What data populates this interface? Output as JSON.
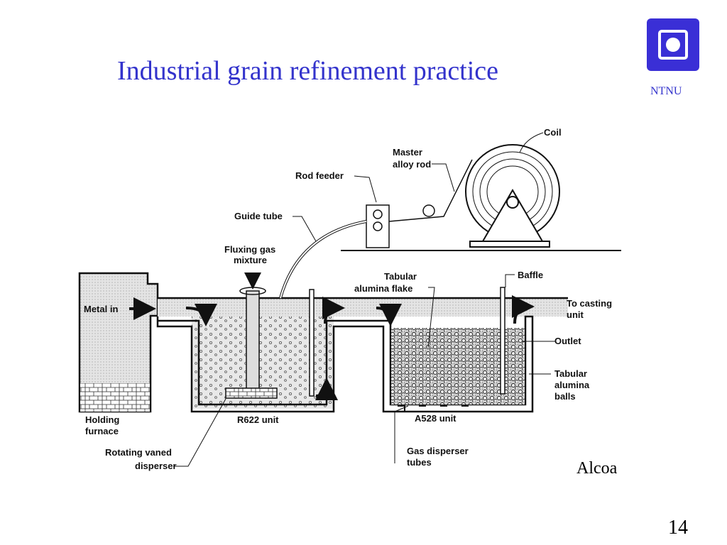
{
  "slide": {
    "title": "Industrial grain refinement practice",
    "logo_text": "NTNU",
    "credit": "Alcoa",
    "page_number": "14"
  },
  "diagram": {
    "labels": {
      "coil": "Coil",
      "master_alloy_rod_1": "Master",
      "master_alloy_rod_2": "alloy rod",
      "rod_feeder": "Rod feeder",
      "guide_tube": "Guide tube",
      "fluxing_gas_1": "Fluxing gas",
      "fluxing_gas_2": "mixture",
      "tabular_flake_1": "Tabular",
      "tabular_flake_2": "alumina flake",
      "baffle": "Baffle",
      "to_casting_1": "To casting",
      "to_casting_2": "unit",
      "metal_in": "Metal in",
      "outlet": "Outlet",
      "tabular_balls_1": "Tabular",
      "tabular_balls_2": "alumina",
      "tabular_balls_3": "balls",
      "holding_furnace_1": "Holding",
      "holding_furnace_2": "furnace",
      "r622_unit": "R622 unit",
      "a528_unit": "A528 unit",
      "rotating_disperser_1": "Rotating vaned",
      "rotating_disperser_2": "disperser",
      "gas_disperser_1": "Gas disperser",
      "gas_disperser_2": "tubes"
    }
  },
  "colors": {
    "title": "#3333cc",
    "logo": "#3a2fd6"
  }
}
